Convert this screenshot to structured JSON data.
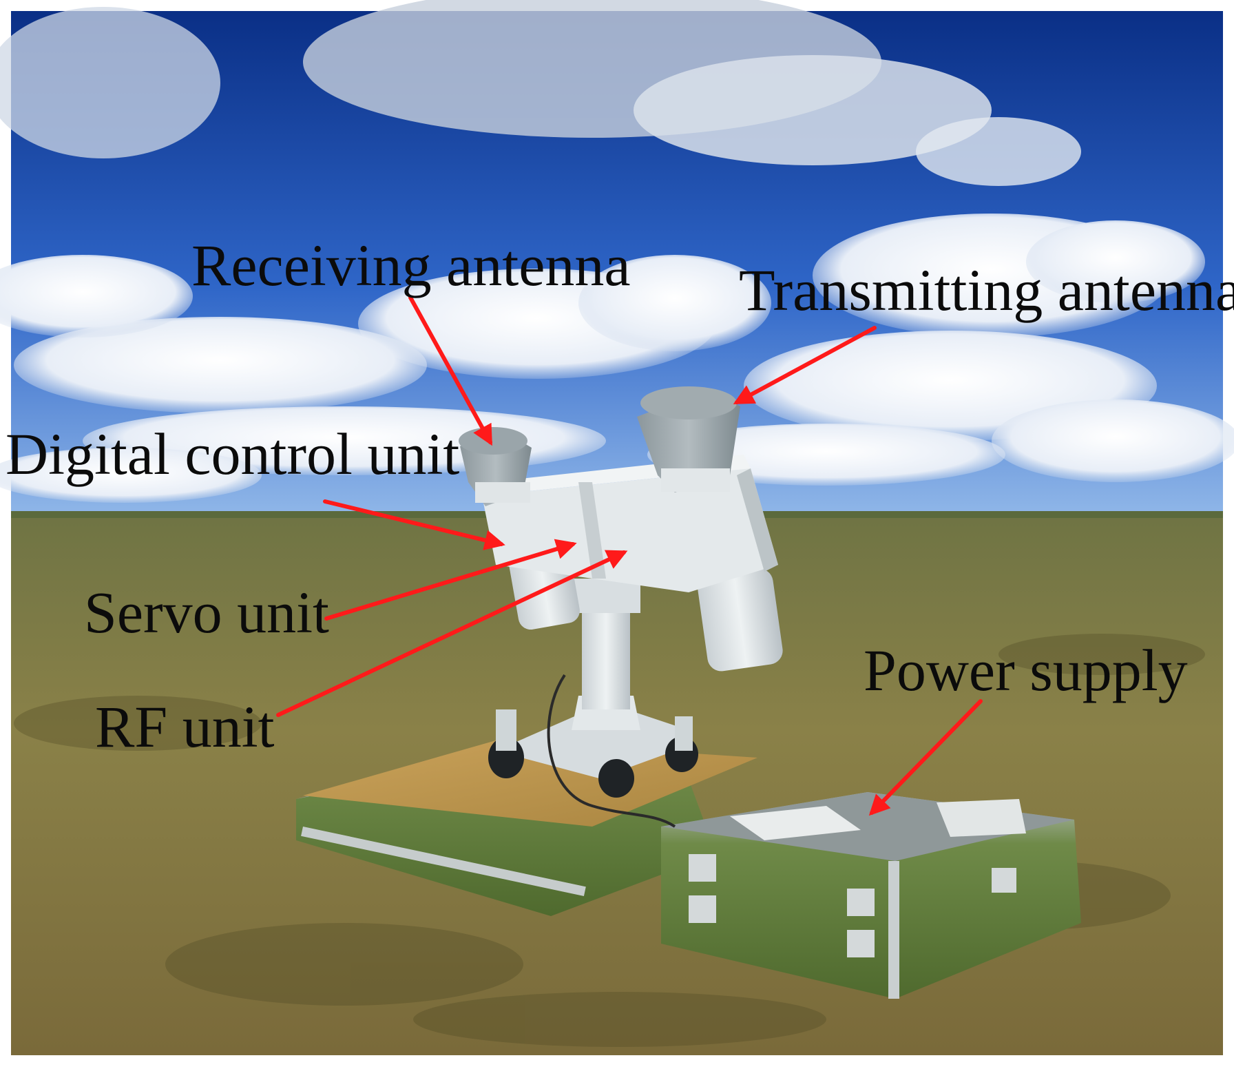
{
  "labels": {
    "receiving_antenna": "Receiving antenna",
    "transmitting_antenna": "Transmitting antenna",
    "digital_control_unit": "Digital control unit",
    "servo_unit": "Servo unit",
    "rf_unit": "RF unit",
    "power_supply": "Power supply"
  },
  "colors": {
    "arrow": "#ff1a1a",
    "label_text": "#0b0b0b",
    "sky_top": "#0d3a94",
    "sky_horizon": "#6f9fe0",
    "grass": "#7d7a3e",
    "case_green": "#5f7a3a",
    "instrument_white": "#dde3e6"
  }
}
